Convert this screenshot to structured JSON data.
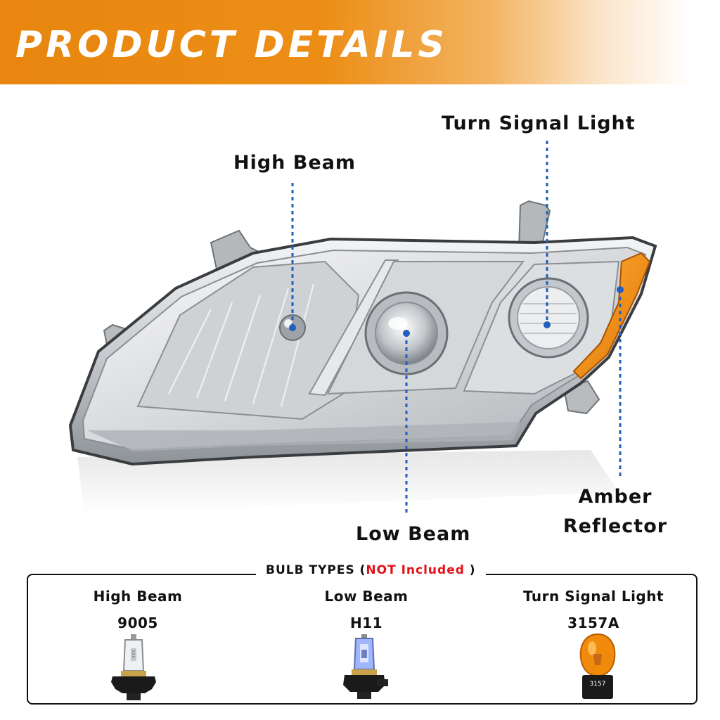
{
  "banner": {
    "title": "PRODUCT DETAILS"
  },
  "callouts": {
    "high_beam": "High Beam",
    "turn_signal": "Turn Signal Light",
    "low_beam": "Low Beam",
    "amber_line1": "Amber",
    "amber_line2": "Reflector"
  },
  "bulbs": {
    "legend_prefix": "BULB TYPES (",
    "legend_highlight": "NOT Included",
    "legend_suffix": " )",
    "items": [
      {
        "name": "High Beam",
        "code": "9005"
      },
      {
        "name": "Low Beam",
        "code": "H11"
      },
      {
        "name": "Turn Signal Light",
        "code": "3157A",
        "socket_print": "3157"
      }
    ]
  },
  "colors": {
    "banner_orange": "#e8860f",
    "guide_blue": "#1f5fbf",
    "amber": "#f08a0a",
    "not_included_red": "#e1111a"
  }
}
